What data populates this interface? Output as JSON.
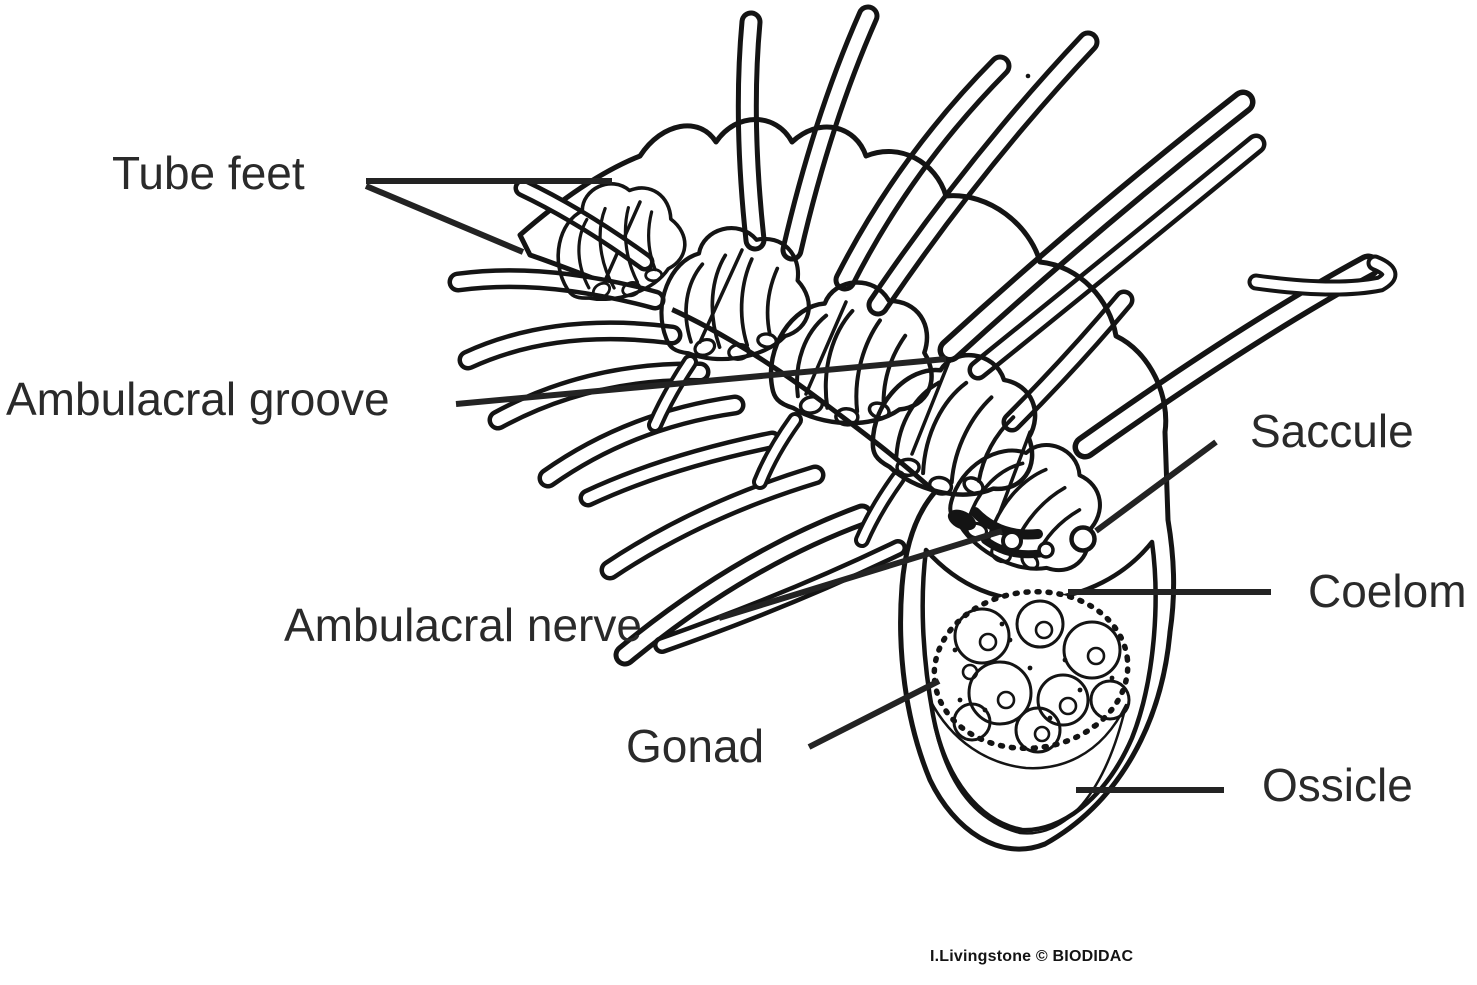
{
  "labels": {
    "tube_feet": "Tube feet",
    "ambulacral_groove": "Ambulacral groove",
    "saccule": "Saccule",
    "coelom": "Coelom",
    "ambulacral_nerve": "Ambulacral nerve",
    "gonad": "Gonad",
    "ossicle": "Ossicle"
  },
  "attribution": "I.Livingstone © BIODIDAC",
  "colors": {
    "ink": "#141414",
    "background": "#ffffff",
    "label_text": "#2a2a2a"
  }
}
